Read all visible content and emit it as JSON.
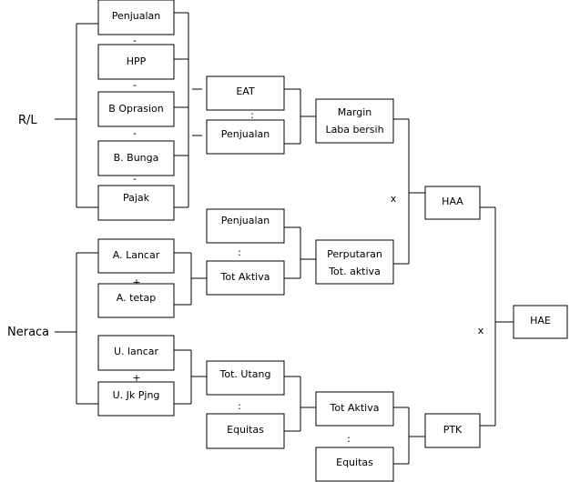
{
  "side_labels": {
    "rl": "R/L",
    "neraca": "Neraca"
  },
  "boxes": {
    "penjualan_1": "Penjualan",
    "hpp": "HPP",
    "b_oprasion": "B Oprasion",
    "b_bunga": "B. Bunga",
    "pajak": "Pajak",
    "a_lancar": "A. Lancar",
    "a_tetap": "A. tetap",
    "u_lancar": "U. lancar",
    "u_jk_pjng": "U. Jk Pjng",
    "eat": "EAT",
    "penjualan_2": "Penjualan",
    "penjualan_3": "Penjualan",
    "tot_aktiva_1": "Tot Aktiva",
    "tot_utang": "Tot. Utang",
    "equitas_1": "Equitas",
    "margin_line1": "Margin",
    "margin_line2": "Laba bersih",
    "perputaran_line1": "Perputaran",
    "perputaran_line2": "Tot. aktiva",
    "tot_aktiva_2": "Tot Aktiva",
    "equitas_2": "Equitas",
    "haa": "HAA",
    "ptk": "PTK",
    "hae": "HAE"
  },
  "operators": {
    "minus_1": "-",
    "minus_2": "-",
    "minus_3": "-",
    "minus_4": "-",
    "plus_1": "+",
    "plus_2": "+",
    "div_1": ":",
    "div_2": ":",
    "div_3": ":",
    "div_4": ":",
    "times_1": "x",
    "times_2": "x"
  }
}
